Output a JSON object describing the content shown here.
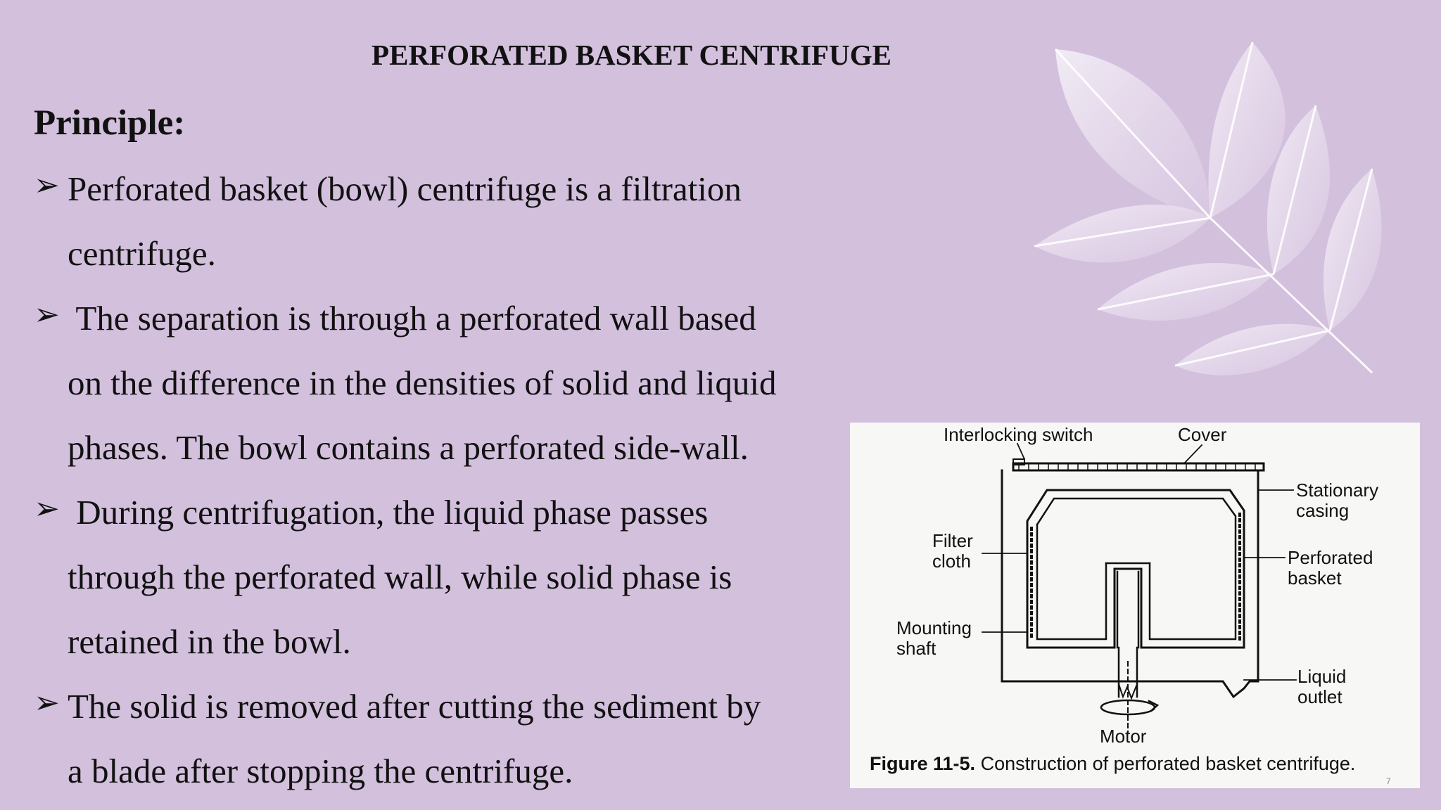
{
  "slide": {
    "title": "PERFORATED BASKET CENTRIFUGE",
    "heading": "Principle:",
    "bullet_marker": "➢",
    "lines": [
      "Perforated basket (bowl) centrifuge is a filtration",
      "centrifuge.",
      " The separation is through a perforated wall based",
      "on the difference in the densities of solid and liquid",
      "phases. The bowl contains a perforated side-wall.",
      " During centrifugation, the liquid phase passes",
      "through the perforated wall, while solid phase is",
      "retained in the bowl.",
      "The solid is removed after cutting the sediment by",
      "a blade after stopping the centrifuge."
    ]
  },
  "figure": {
    "labels": {
      "interlocking_switch": "Interlocking switch",
      "cover": "Cover",
      "stationary_casing_1": "Stationary",
      "stationary_casing_2": "casing",
      "filter_cloth_1": "Filter",
      "filter_cloth_2": "cloth",
      "perforated_basket_1": "Perforated",
      "perforated_basket_2": "basket",
      "mounting_shaft_1": "Mounting",
      "mounting_shaft_2": "shaft",
      "liquid_outlet_1": "Liquid",
      "liquid_outlet_2": "outlet",
      "motor": "Motor"
    },
    "caption_bold": "Figure 11-5.",
    "caption_text": " Construction of perforated basket centrifuge.",
    "page_number": "7"
  },
  "colors": {
    "background": "#d3c0dd",
    "leaf": "#ece3f1"
  }
}
